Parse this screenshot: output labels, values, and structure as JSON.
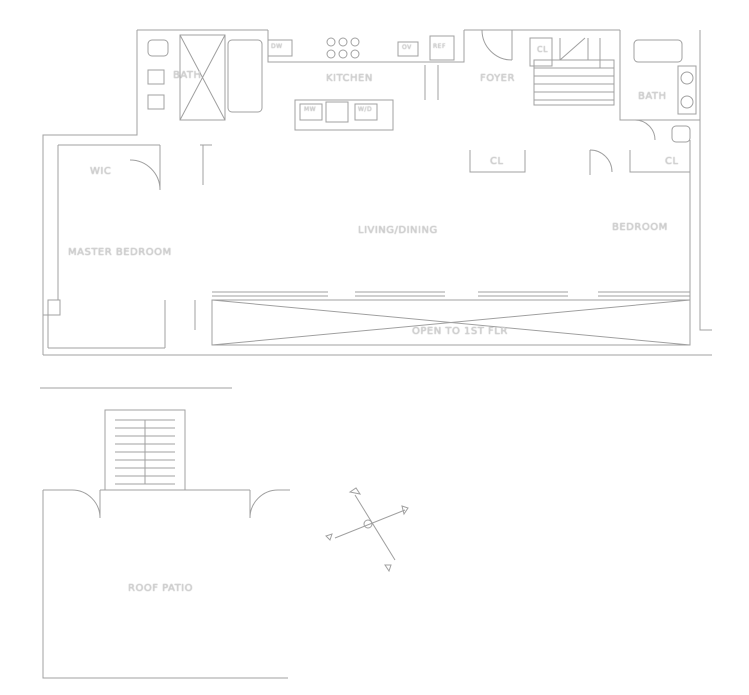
{
  "rooms": {
    "bath_left": "BATH",
    "kitchen": "KITCHEN",
    "foyer": "FOYER",
    "bath_right": "BATH",
    "wic": "WIC",
    "closet_foyer": "CL",
    "closet_center": "CL",
    "closet_right": "CL",
    "master_bedroom": "MASTER BEDROOM",
    "living_dining": "LIVING/DINING",
    "bedroom": "BEDROOM",
    "open_to_below": "OPEN TO 1ST FLR",
    "roof_patio": "ROOF PATIO"
  },
  "appliances": {
    "dishwasher": "DW",
    "refrigerator": "REF",
    "microwave": "MW",
    "oven": "OV",
    "washer_dryer": "W/D"
  },
  "colors": {
    "background": "#ffffff",
    "line": "#9c9c9c",
    "fill": "#ffffff"
  },
  "icons": {
    "compass": "north-arrow-compass"
  }
}
